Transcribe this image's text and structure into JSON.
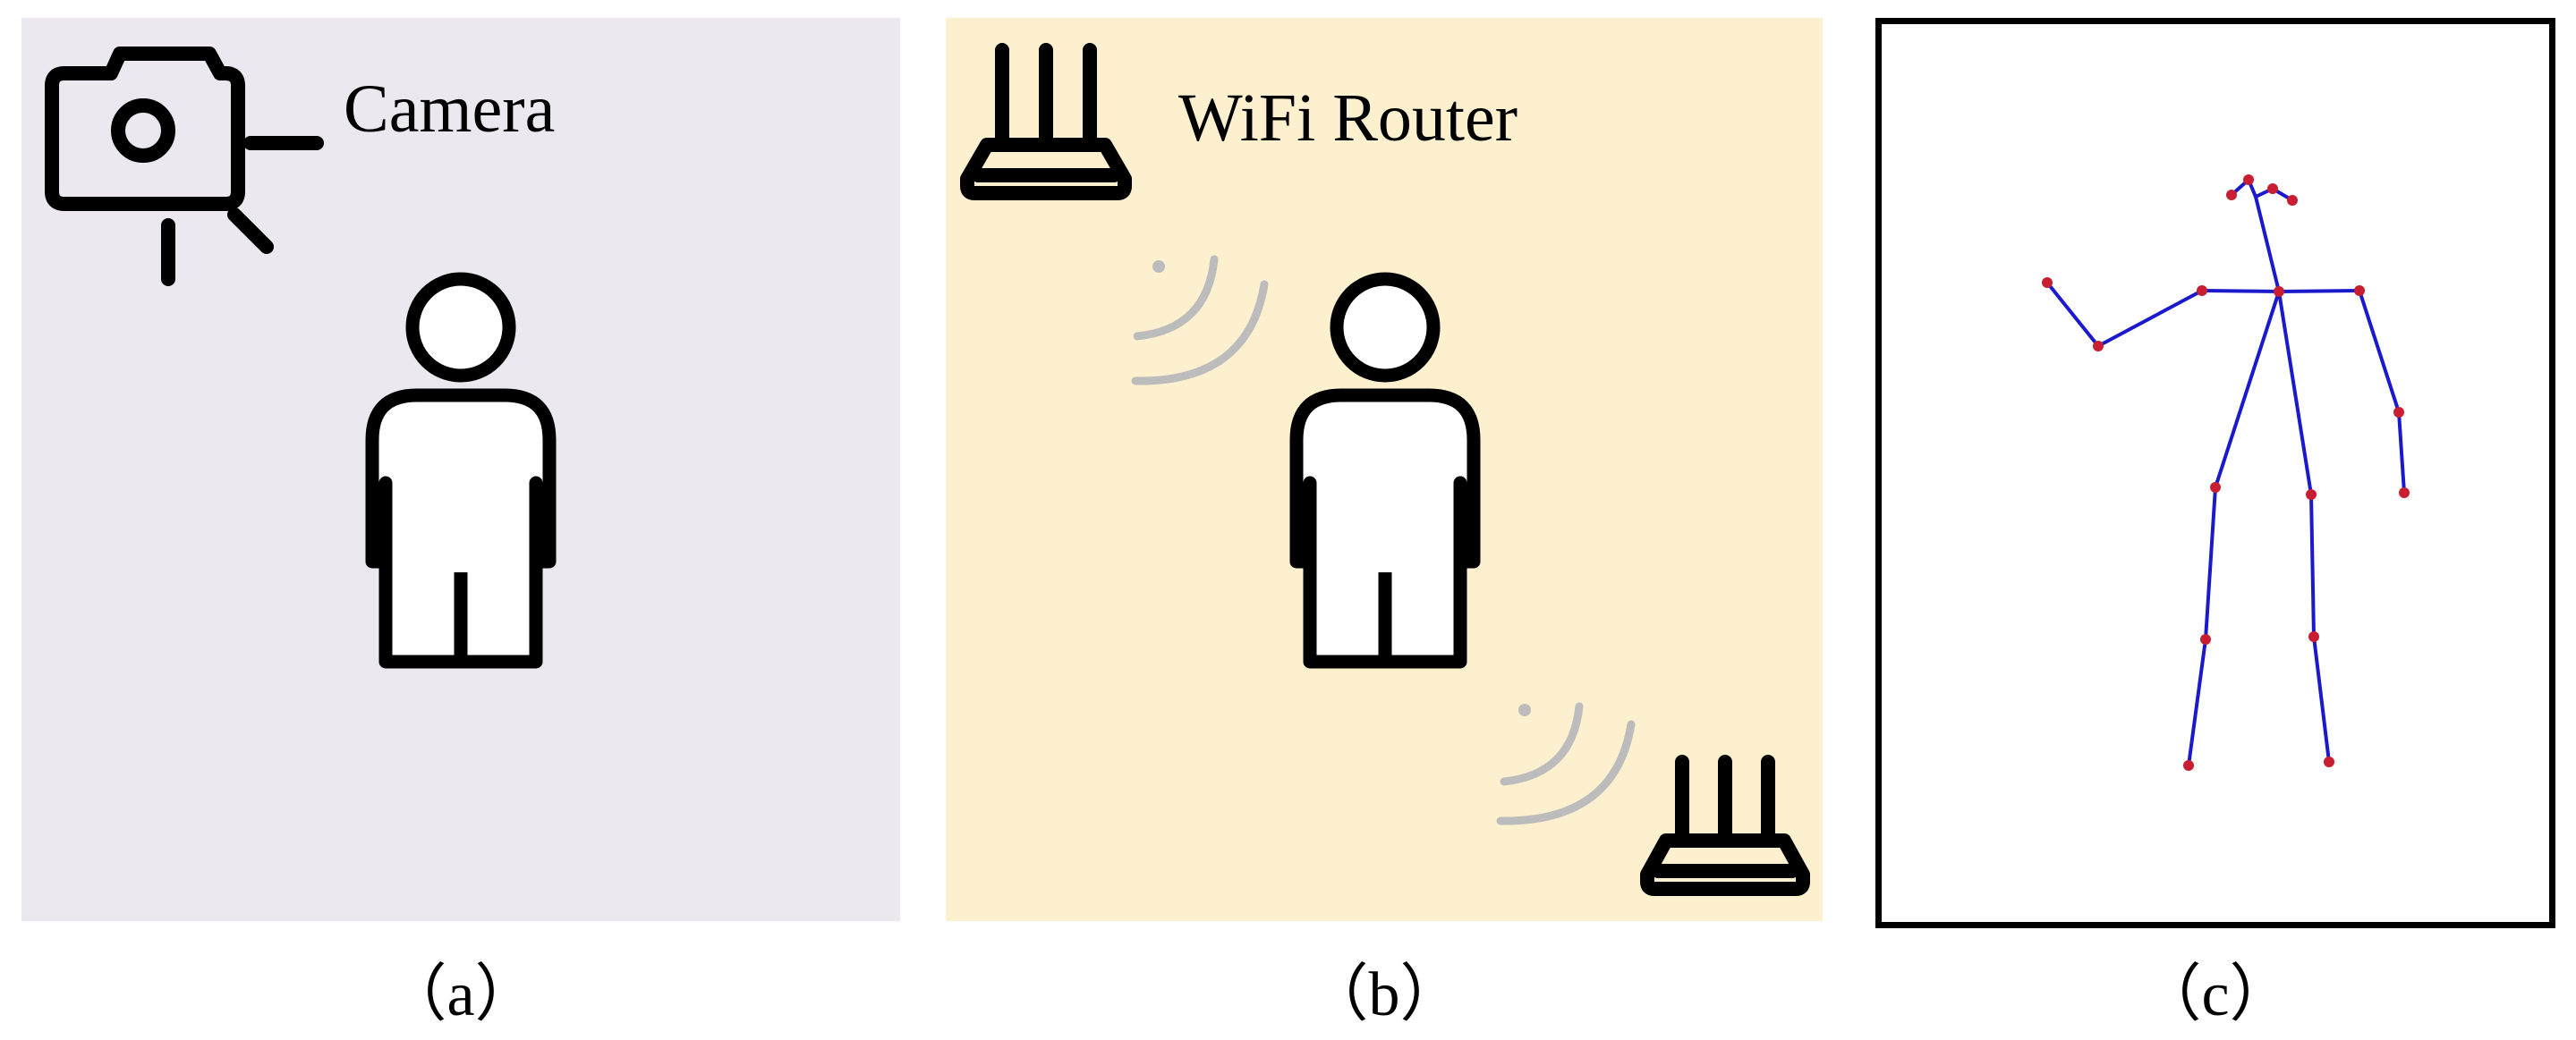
{
  "panels": {
    "a": {
      "label": "Camera",
      "caption": "（a）",
      "background": "#ebe8ef"
    },
    "b": {
      "label": "WiFi Router",
      "caption": "（b）",
      "background": "#fdf0cf"
    },
    "c": {
      "caption": "（c）"
    }
  },
  "icons": {
    "camera": "camera-icon",
    "router": "router-icon",
    "person": "person-icon",
    "signal": "wifi-signal-icon"
  },
  "skeleton": {
    "line_color": "#1a1acc",
    "joint_color": "#c81e32"
  }
}
